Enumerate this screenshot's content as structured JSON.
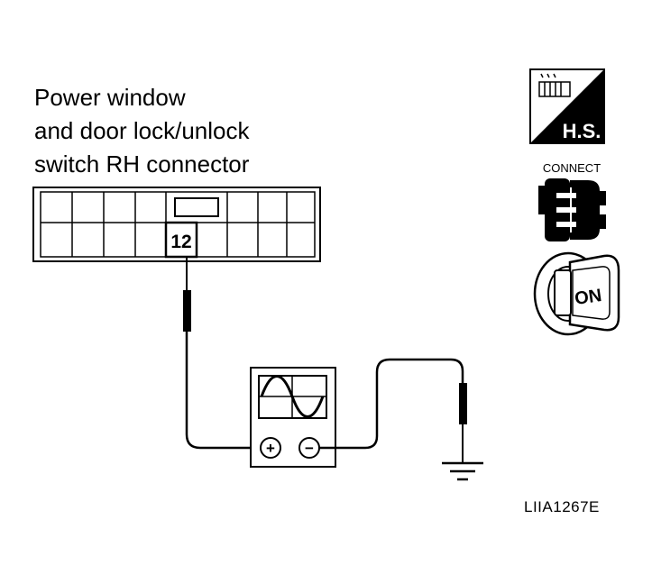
{
  "title_lines": [
    "Power window",
    "and door lock/unlock",
    "switch RH connector"
  ],
  "connector": {
    "terminal": "12"
  },
  "meter": {
    "plus": "+",
    "minus": "−"
  },
  "icons": {
    "hs_label": "H.S.",
    "connect_label": "CONNECT",
    "on_label": "ON"
  },
  "figure_code": "LIIA1267E",
  "colors": {
    "line": "#000000",
    "background": "#ffffff"
  }
}
